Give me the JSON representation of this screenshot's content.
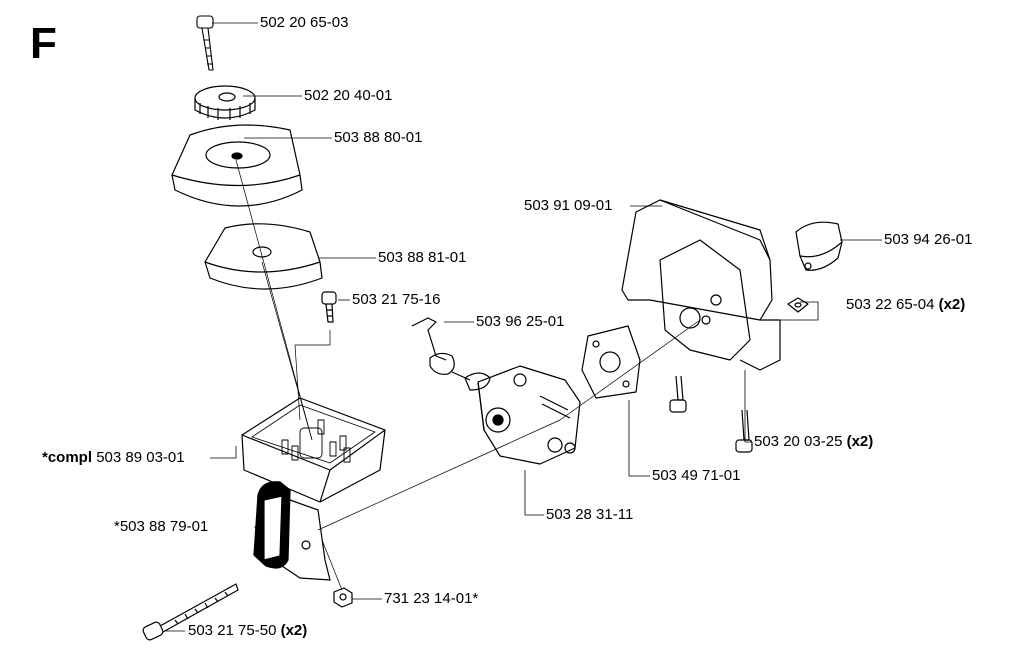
{
  "section_letter": "F",
  "parts": [
    {
      "number": "502 20 65-03",
      "qty": ""
    },
    {
      "number": "502 20 40-01",
      "qty": ""
    },
    {
      "number": "503 88 80-01",
      "qty": ""
    },
    {
      "number": "503 88 81-01",
      "qty": ""
    },
    {
      "number": "503 21 75-16",
      "qty": ""
    },
    {
      "number": "503 96 25-01",
      "qty": ""
    },
    {
      "number": "503 91 09-01",
      "qty": ""
    },
    {
      "number": "503 94 26-01",
      "qty": ""
    },
    {
      "number": "503 22 65-04",
      "qty": "(x2)"
    },
    {
      "number": "503 20 03-25",
      "qty": "(x2)"
    },
    {
      "number": "503 49 71-01",
      "qty": ""
    },
    {
      "number": "503 28 31-11",
      "qty": ""
    },
    {
      "number": "503 89 03-01",
      "prefix": "*compl",
      "qty": ""
    },
    {
      "number": "*503 88 79-01",
      "qty": ""
    },
    {
      "number": "731 23 14-01*",
      "qty": ""
    },
    {
      "number": "503 21 75-50",
      "qty": "(x2)"
    }
  ]
}
